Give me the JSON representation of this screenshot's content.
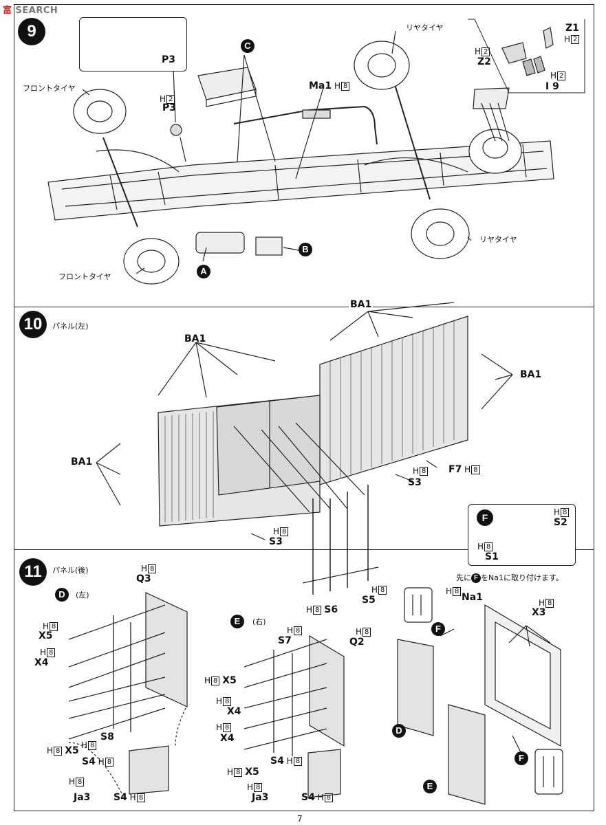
{
  "watermark": {
    "prefix": "富",
    "text": "SEARCH"
  },
  "page_number": "7",
  "steps": {
    "s9": "9",
    "s10": "10",
    "s11": "11"
  },
  "h_values": {
    "h2": "2",
    "h8": "8",
    "h_prefix": "H"
  },
  "step9": {
    "front_tire_top": "フロントタイヤ",
    "front_tire_bottom": "フロントタイヤ",
    "rear_tire_top": "リヤタイヤ",
    "rear_tire_bottom": "リヤタイヤ",
    "p3_inset": "P3",
    "p3": "P3",
    "ma1": "Ma1",
    "z1": "Z1",
    "z2": "Z2",
    "i9": "I 9",
    "a": "A",
    "b": "B",
    "c": "C"
  },
  "step10": {
    "title": "パネル(左)",
    "ba1": "BA1",
    "f7": "F7",
    "s3": "S3",
    "s6": "S6",
    "s5": "S5",
    "f_circle": "F",
    "s1": "S1",
    "s2": "S2",
    "note": "先にFをNa1に取り付けます。",
    "note_pre": "先に",
    "note_post": "をNa1に取り付けます。"
  },
  "step11": {
    "title": "パネル(後)",
    "d": "D",
    "d_side": "(左)",
    "e": "E",
    "e_side": "(右)",
    "q3": "Q3",
    "q2": "Q2",
    "x5": "X5",
    "x4": "X4",
    "s8": "S8",
    "s7": "S7",
    "s4": "S4",
    "ja3": "Ja3",
    "na1": "Na1",
    "x3": "X3",
    "f": "F"
  }
}
